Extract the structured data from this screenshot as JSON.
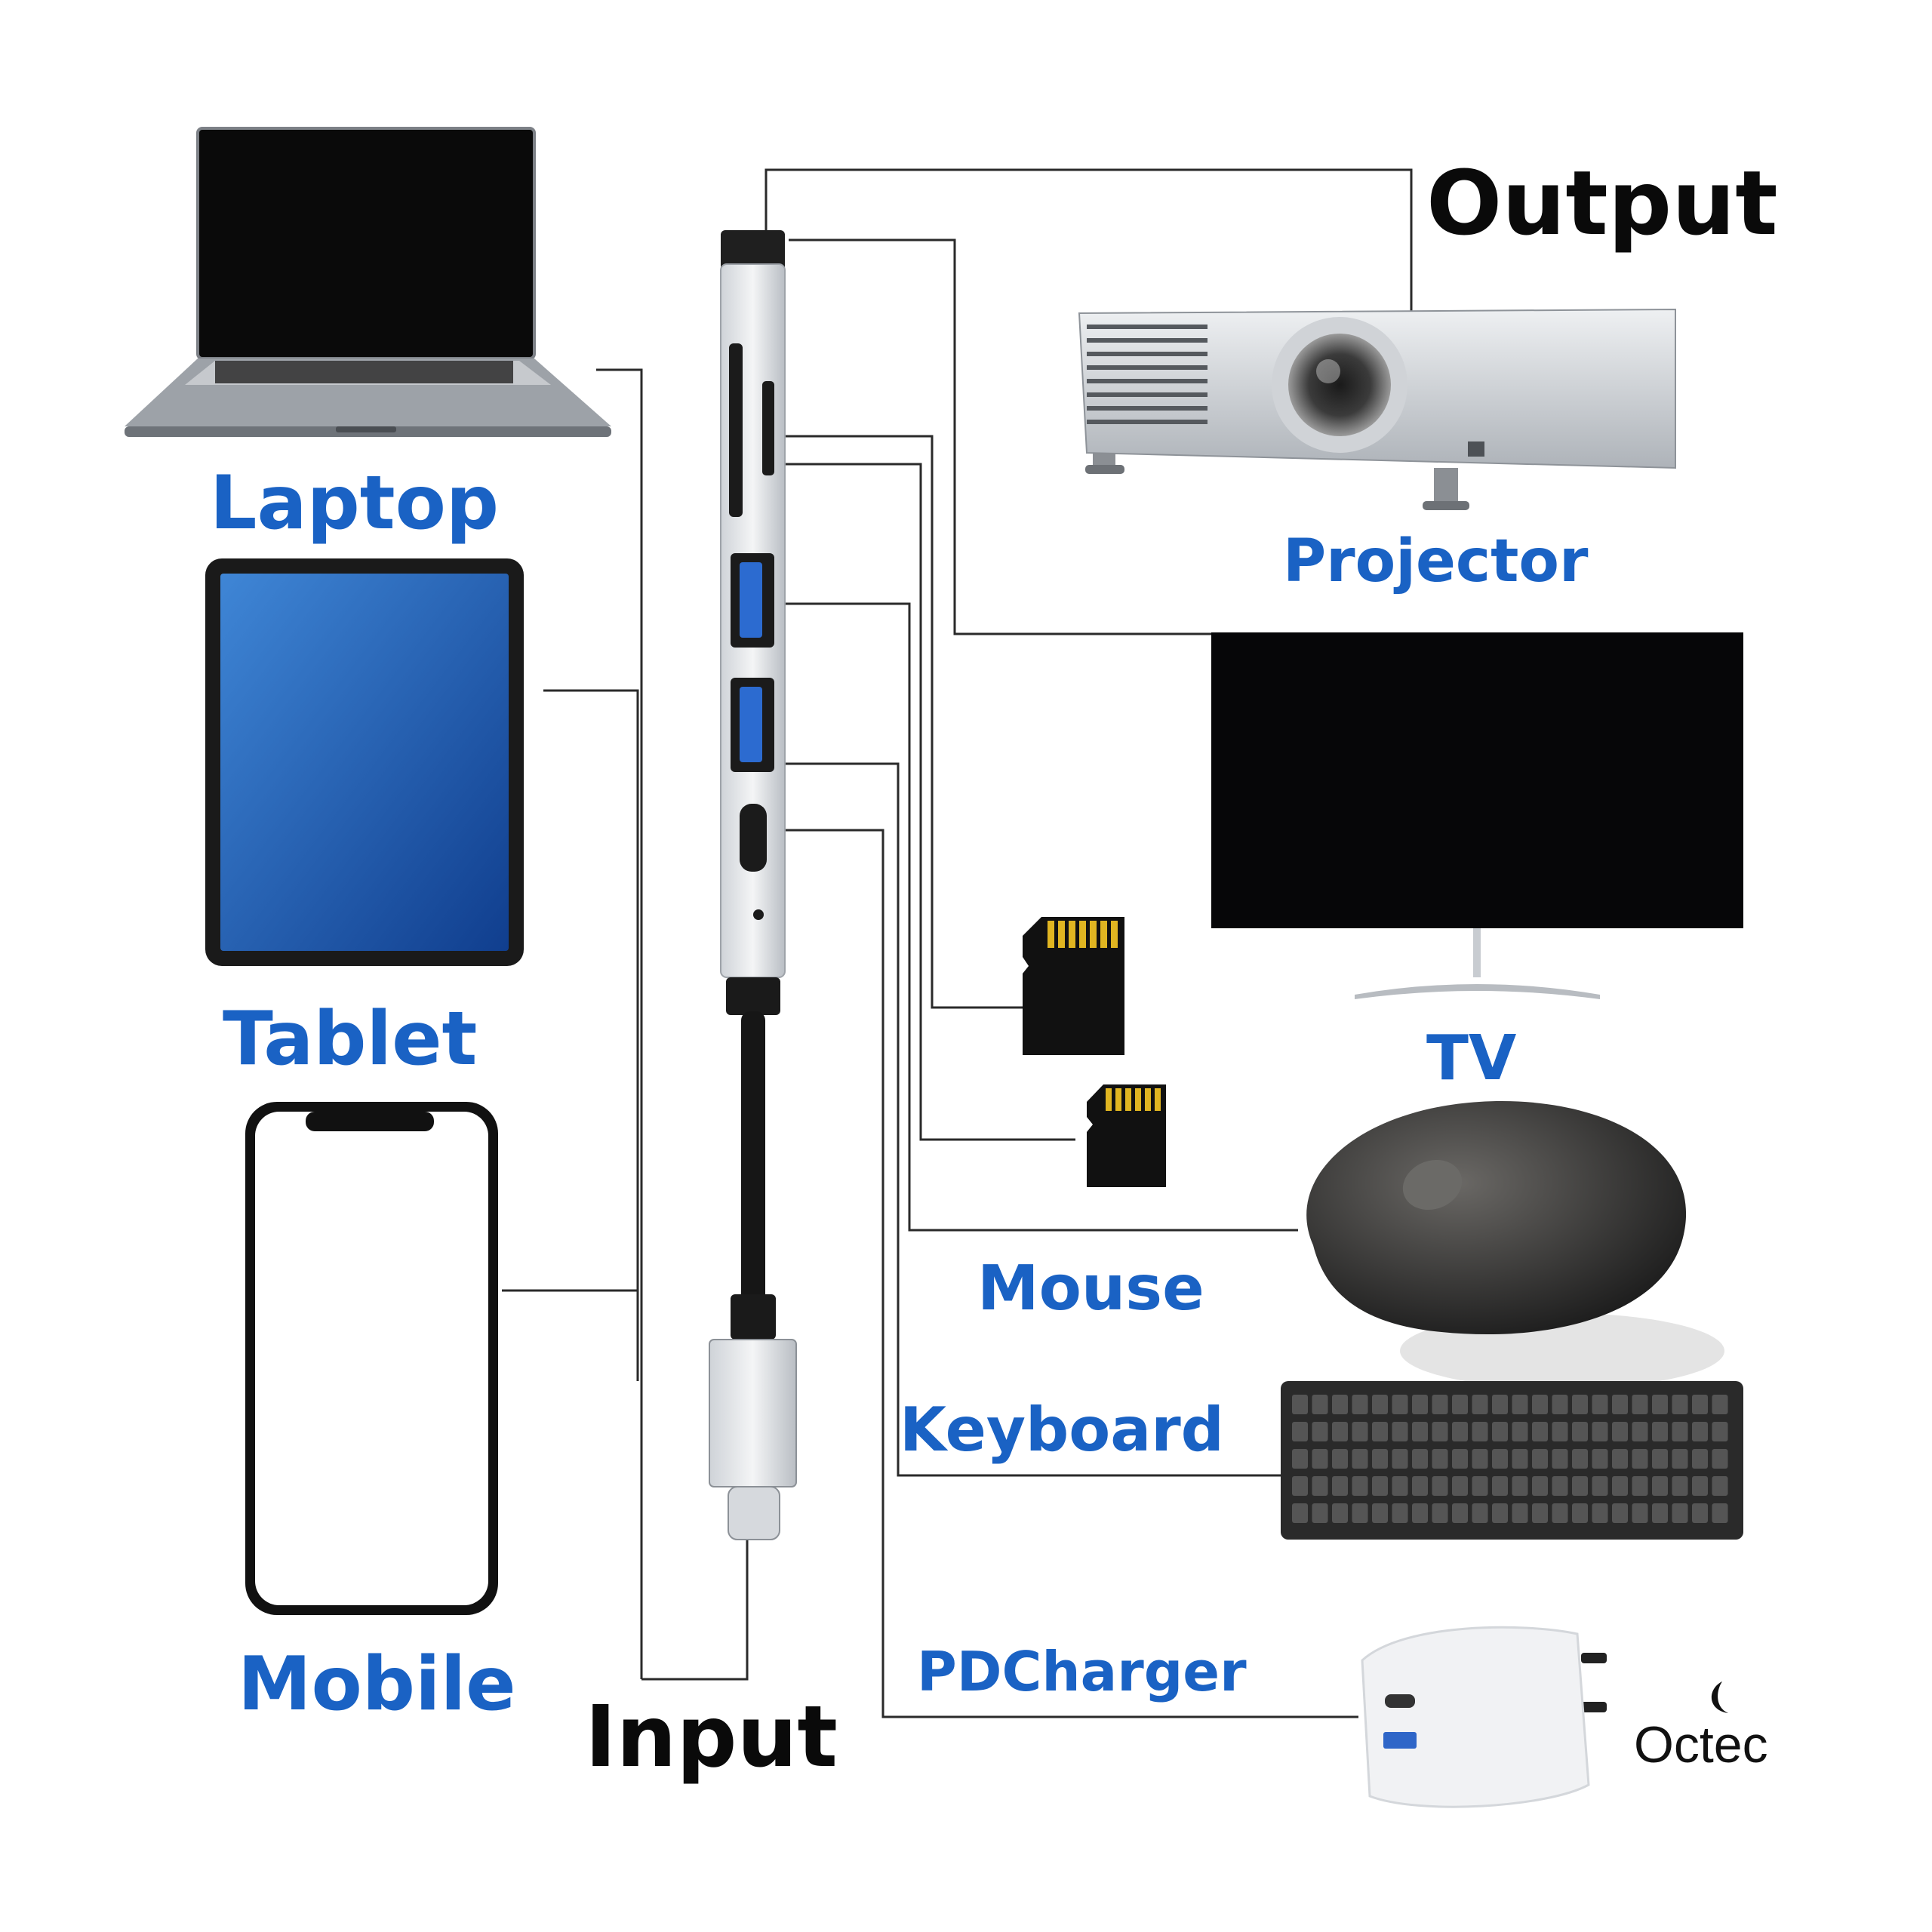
{
  "headings": {
    "output": "Output",
    "input": "Input"
  },
  "devices": {
    "laptop": "Laptop",
    "tablet": "Tablet",
    "mobile": "Mobile",
    "projector": "Projector",
    "tv": "TV",
    "mouse": "Mouse",
    "keyboard": "Keyboard",
    "charger": "PDCharger"
  },
  "brand": "Octec",
  "colors": {
    "label": "#1a62c4",
    "heading": "#0a0a0a",
    "wire": "#2a2a2a"
  }
}
